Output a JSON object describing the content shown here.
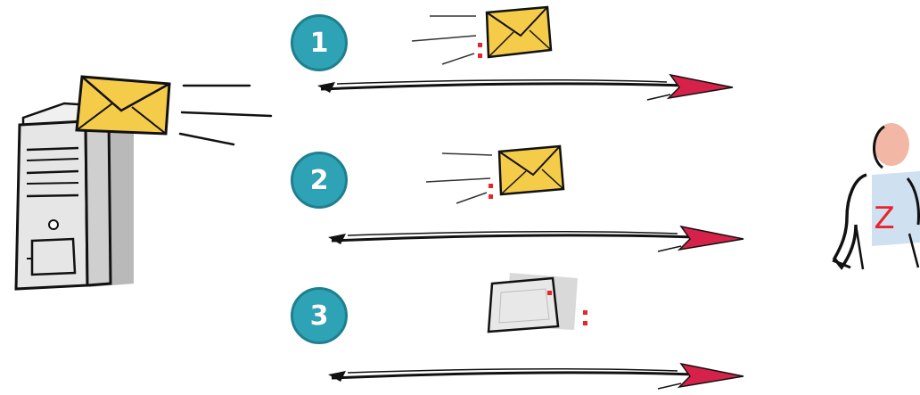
{
  "steps": [
    {
      "label": "1",
      "message_state": "envelope"
    },
    {
      "label": "2",
      "message_state": "envelope"
    },
    {
      "label": "3",
      "message_state": "faded-page"
    }
  ],
  "recipient": {
    "shirt_letter": "Z"
  },
  "colors": {
    "badge": "#2ea3b5",
    "badge_border": "#1f7f8f",
    "envelope": "#f5cb4a",
    "arrowhead": "#d6224a",
    "accent_dot": "#e8242c",
    "server_body": "#e6e6e6",
    "shirt": "#cfe0f1",
    "head": "#f2b8a5"
  }
}
